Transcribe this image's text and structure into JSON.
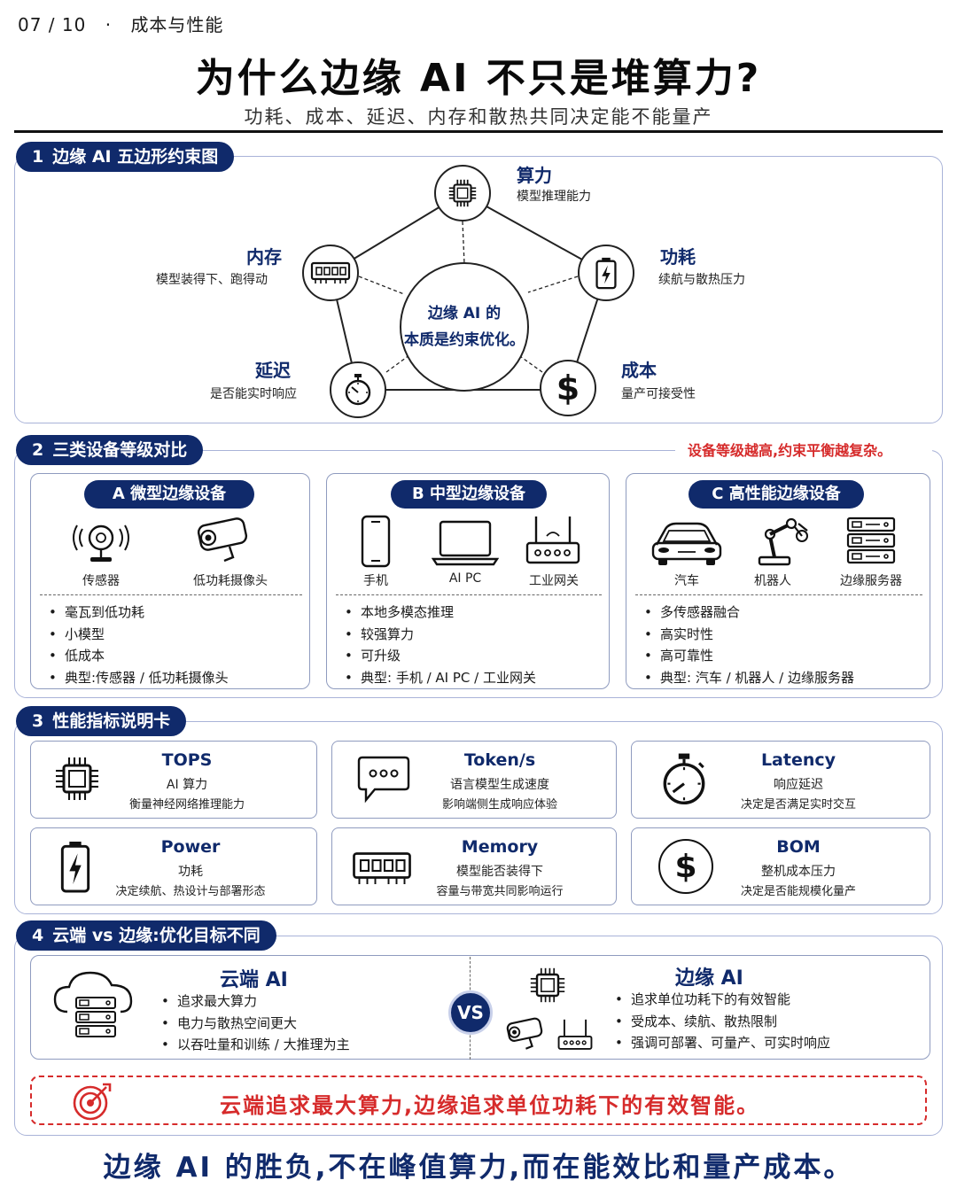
{
  "header": {
    "page_indicator": "07 / 10",
    "separator": "·",
    "section_name": "成本与性能",
    "title": "为什么边缘 AI 不只是堆算力?",
    "subtitle": "功耗、成本、延迟、内存和散热共同决定能不能量产"
  },
  "section1": {
    "num": "1",
    "title": "边缘 AI 五边形约束图",
    "center_line1": "边缘 AI 的",
    "center_line2": "本质是约束优化。",
    "nodes": {
      "compute": {
        "title": "算力",
        "sub": "模型推理能力",
        "icon": "chip-icon"
      },
      "power": {
        "title": "功耗",
        "sub": "续航与散热压力",
        "icon": "battery-icon"
      },
      "cost": {
        "title": "成本",
        "sub": "量产可接受性",
        "icon": "dollar-icon"
      },
      "latency": {
        "title": "延迟",
        "sub": "是否能实时响应",
        "icon": "stopwatch-icon"
      },
      "memory": {
        "title": "内存",
        "sub": "模型装得下、跑得动",
        "icon": "memory-icon"
      }
    }
  },
  "section2": {
    "num": "2",
    "title": "三类设备等级对比",
    "note": "设备等级越高,约束平衡越复杂。",
    "cards": [
      {
        "label": "A 微型边缘设备",
        "devices": [
          "传感器",
          "低功耗摄像头"
        ],
        "bullets": [
          "毫瓦到低功耗",
          "小模型",
          "低成本",
          "典型:传感器 / 低功耗摄像头"
        ]
      },
      {
        "label": "B 中型边缘设备",
        "devices": [
          "手机",
          "AI PC",
          "工业网关"
        ],
        "bullets": [
          "本地多模态推理",
          "较强算力",
          "可升级",
          "典型: 手机 / AI PC / 工业网关"
        ]
      },
      {
        "label": "C 高性能边缘设备",
        "devices": [
          "汽车",
          "机器人",
          "边缘服务器"
        ],
        "bullets": [
          "多传感器融合",
          "高实时性",
          "高可靠性",
          "典型: 汽车 / 机器人 / 边缘服务器"
        ]
      }
    ]
  },
  "section3": {
    "num": "3",
    "title": "性能指标说明卡",
    "metrics": [
      {
        "title": "TOPS",
        "sub1": "AI 算力",
        "sub2": "衡量神经网络推理能力",
        "icon": "chip-icon"
      },
      {
        "title": "Token/s",
        "sub1": "语言模型生成速度",
        "sub2": "影响端侧生成响应体验",
        "icon": "chat-bubble-icon"
      },
      {
        "title": "Latency",
        "sub1": "响应延迟",
        "sub2": "决定是否满足实时交互",
        "icon": "stopwatch-icon"
      },
      {
        "title": "Power",
        "sub1": "功耗",
        "sub2": "决定续航、热设计与部署形态",
        "icon": "battery-icon"
      },
      {
        "title": "Memory",
        "sub1": "模型能否装得下",
        "sub2": "容量与带宽共同影响运行",
        "icon": "memory-icon"
      },
      {
        "title": "BOM",
        "sub1": "整机成本压力",
        "sub2": "决定是否能规模化量产",
        "icon": "dollar-icon"
      }
    ]
  },
  "section4": {
    "num": "4",
    "title": "云端 vs 边缘:优化目标不同",
    "cloud": {
      "title": "云端 AI",
      "bullets": [
        "追求最大算力",
        "电力与散热空间更大",
        "以吞吐量和训练 / 大推理为主"
      ]
    },
    "vs": "VS",
    "edge": {
      "title": "边缘 AI",
      "bullets": [
        "追求单位功耗下的有效智能",
        "受成本、续航、散热限制",
        "强调可部署、可量产、可实时响应"
      ]
    },
    "highlight": "云端追求最大算力,边缘追求单位功耗下的有效智能。"
  },
  "footer": "边缘 AI 的胜负,不在峰值算力,而在能效比和量产成本。",
  "colors": {
    "navy": "#102a6b",
    "accent_red": "#d62b2b",
    "border": "#a9b3d8"
  }
}
